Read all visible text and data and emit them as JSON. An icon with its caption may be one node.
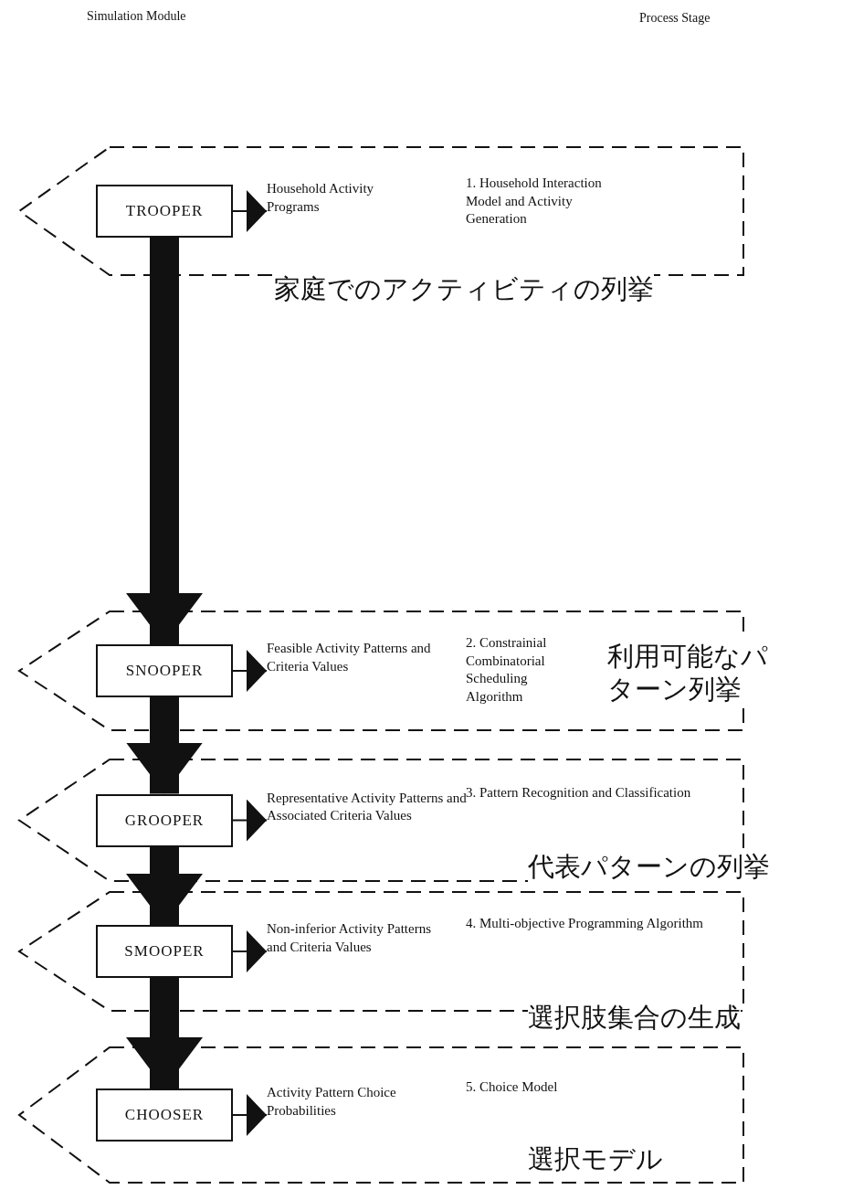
{
  "diagram": {
    "nodes": [
      {
        "text": [
          "1. Household Interaction Model and Activity Generation"
        ],
        "beside": [
          "家庭でのアクティビティの列挙"
        ]
      },
      {
        "text": [
          "TROOPER"
        ],
        "in": 0
      },
      {
        "text": [
          "Household Activity Programs"
        ],
        "in": 0
      },
      {
        "text": [
          "2. Constrainial Combinatorial Scheduling Algorithm"
        ],
        "beside": [
          "利用可能なパターン列挙"
        ]
      },
      {
        "text": [
          "SNOOPER"
        ],
        "in": 3
      },
      {
        "text": [
          "Feasible Activity Patterns and Criteria Values"
        ],
        "in": 3
      },
      {
        "text": [
          "3. Pattern Recognition and Classification"
        ],
        "beside": [
          "代表パターンの列挙"
        ]
      },
      {
        "text": [
          "GROOPER"
        ],
        "in": 6
      },
      {
        "text": [
          "Representative Activity Patterns and Associated Criteria Values"
        ],
        "in": 6
      },
      {
        "text": [
          "4. Multi-objective Programming Algorithm"
        ],
        "beside": [
          "選択肢集合の生成"
        ]
      },
      {
        "text": [
          "SMOOPER"
        ],
        "in": 9
      },
      {
        "text": [
          "Non-inferior Activity Patterns and Criteria Values"
        ],
        "in": 9
      },
      {
        "text": [
          "5. Choice Model"
        ],
        "beside": [
          "選択モデル"
        ]
      },
      {
        "text": [
          "CHOOSER"
        ],
        "in": 12
      },
      {
        "text": [
          "Activity Pattern Choice Probabilities"
        ],
        "in": 12
      }
    ],
    "edges": [
      {
        "from": 1,
        "to": 2,
        "arrow": "to"
      },
      {
        "from": 1,
        "to": 4,
        "arrow": "to",
        "style": "thick"
      },
      {
        "from": 4,
        "to": 5,
        "arrow": "to"
      },
      {
        "from": 4,
        "to": 7,
        "arrow": "to",
        "style": "thick"
      },
      {
        "from": 7,
        "to": 8,
        "arrow": "to"
      },
      {
        "from": 7,
        "to": 10,
        "arrow": "to",
        "style": "thick"
      },
      {
        "from": 10,
        "to": 11,
        "arrow": "to"
      },
      {
        "from": 10,
        "to": 13,
        "arrow": "to",
        "style": "thick"
      },
      {
        "from": 13,
        "to": 14,
        "arrow": "to"
      }
    ],
    "labels": [
      "Simulation Module",
      "Process Stage"
    ]
  }
}
